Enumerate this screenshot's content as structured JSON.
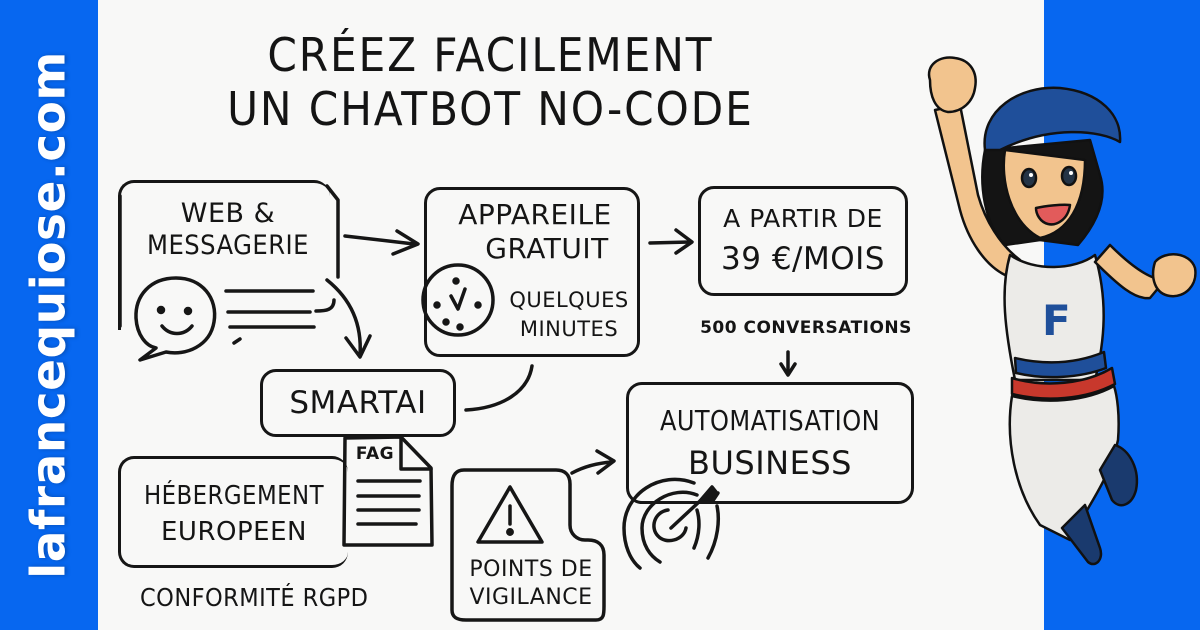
{
  "branding": {
    "site_name": "lafrancequiose.com",
    "band_color": "#0767f0"
  },
  "title": {
    "line1": "CRÉEZ FACILEMENT",
    "line2": "UN CHATBOT NO-CODE"
  },
  "nodes": {
    "web_messaging": {
      "line1": "WEB &",
      "line2": "MESSAGERIE",
      "icon": "smiley-chat-bubble-icon"
    },
    "free_device": {
      "line1": "APPAREILE",
      "line2": "GRATUIT",
      "note_line1": "QUELQUES",
      "note_line2": "MINUTES",
      "icon": "clock-icon"
    },
    "pricing": {
      "line1": "A PARTIR DE",
      "line2": "39 €/MOIS",
      "note": "500 CONVERSATIONS"
    },
    "smartai": {
      "label": "SMARTAI"
    },
    "faq_doc": {
      "label": "FAG",
      "icon": "document-icon"
    },
    "hosting": {
      "line1": "HÉBERGEMENT",
      "line2": "EUROPEEN",
      "note": "CONFORMITÉ RGPD"
    },
    "vigilance": {
      "line1": "POINTS DE",
      "line2": "VIGILANCE",
      "icon": "warning-triangle-icon"
    },
    "automation": {
      "line1": "AUTOMATISATION",
      "line2": "BUSINESS",
      "icon": "target-dart-icon"
    }
  },
  "character": {
    "description": "cartoon woman in blue beret, white tank top with blue letter, tricolor belt, raised fist",
    "shirt_letter": "F",
    "colors": {
      "beret": "#1f4f9a",
      "skin": "#f2c48e",
      "hair": "#141414",
      "shirt": "#ecebe8",
      "belt_blue": "#1f4f9a",
      "belt_red": "#c8382c",
      "boots": "#1a3a6e"
    }
  }
}
